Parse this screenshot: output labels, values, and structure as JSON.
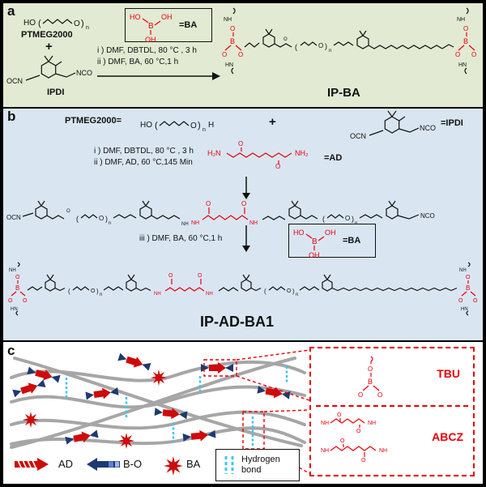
{
  "colors": {
    "panel_a_bg": "#e2ead3",
    "panel_b_bg": "#d9e6f2",
    "panel_c_bg": "#ffffff",
    "accent_red": "#e8000b",
    "hydrogen_bond_cyan": "#3fc6f3",
    "bo_navy": "#1c3a73",
    "chain_gray": "#a6a6a6"
  },
  "panel_a": {
    "label": "a",
    "ptmeg2000": "PTMEG2000",
    "plus": "+",
    "ipdi": "IPDI",
    "ba_eq": "=BA",
    "cond1": "i ) DMF, DBTDL, 80 °C , 3 h",
    "cond2": "ii ) DMF, BA, 60 °C,1 h",
    "product": "IP-BA"
  },
  "panel_b": {
    "label": "b",
    "ptmeg_prefix": "PTMEG2000=",
    "plus": "+",
    "ipdi_eq": "=IPDI",
    "cond1": "i ) DMF, DBTDL, 80 °C , 3 h",
    "cond2": "ii ) DMF, AD, 60 °C,145 Min",
    "ad_eq": "=AD",
    "cond3": "iii ) DMF, BA, 60 °C,1 h",
    "ba_eq": "=BA",
    "product": "IP-AD-BA1"
  },
  "panel_c": {
    "label": "c",
    "tbu": "TBU",
    "abcz": "ABCZ",
    "legend_ad": "AD",
    "legend_bo": "B-O",
    "legend_ba": "BA",
    "legend_hbond": "Hydrogen bond"
  },
  "atoms": {
    "ho": "HO",
    "oh": "OH",
    "b": "B",
    "o": "O",
    "n": "n",
    "h": "H",
    "ocn": "OCN",
    "nco": "NCO",
    "h2n": "H₂N",
    "nh2": "NH₂",
    "nh": "NH",
    "hn": "HN",
    "lp": "(",
    "rp": ")"
  }
}
